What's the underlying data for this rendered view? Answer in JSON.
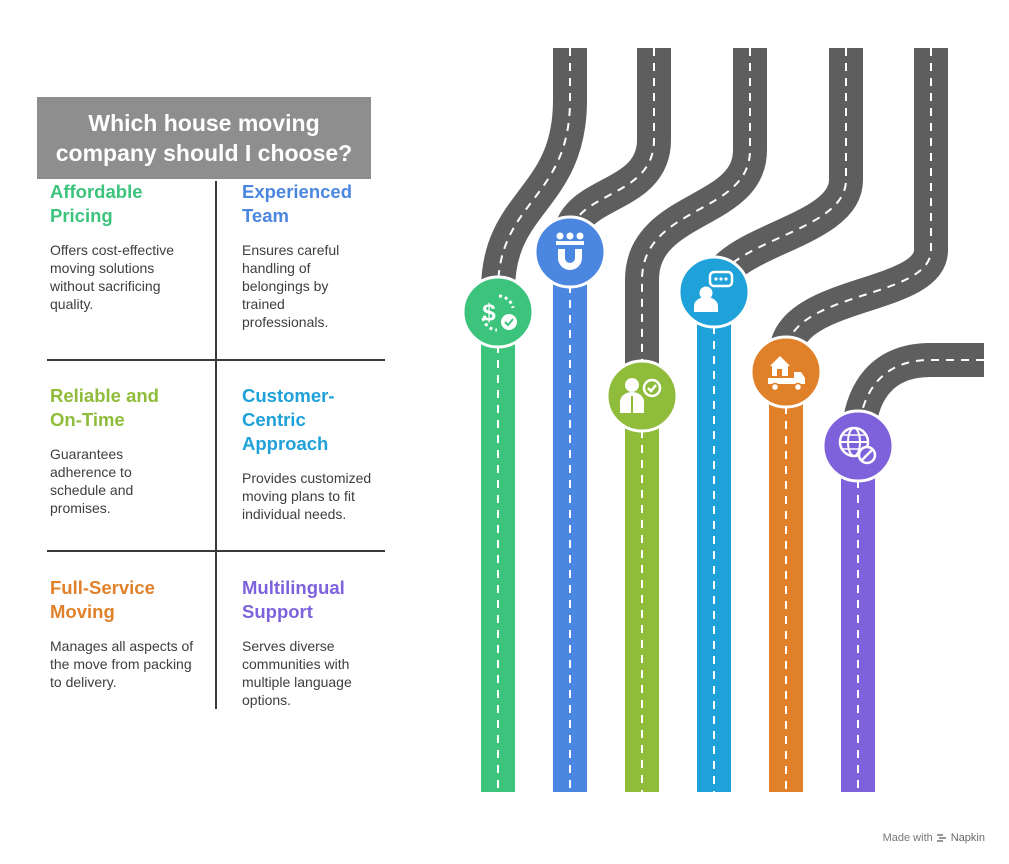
{
  "title": "Which house moving company should I choose?",
  "items": [
    {
      "heading": "Affordable Pricing",
      "description": "Offers cost-effective moving solutions without sacrificing quality.",
      "color": "#3cc47c",
      "icon": "dollar-check-icon"
    },
    {
      "heading": "Experienced Team",
      "description": "Ensures careful handling of belongings by trained professionals.",
      "color": "#4b86e0",
      "icon": "team-magnet-icon"
    },
    {
      "heading": "Reliable and On-Time",
      "description": "Guarantees adherence to schedule and promises.",
      "color": "#8fbc3b",
      "icon": "person-check-icon"
    },
    {
      "heading": "Customer-Centric Approach",
      "description": "Provides customized moving plans to fit individual needs.",
      "color": "#1fa1d9",
      "icon": "customer-chat-icon"
    },
    {
      "heading": "Full-Service Moving",
      "description": "Manages all aspects of the move from packing to delivery.",
      "color": "#e0812a",
      "icon": "house-truck-icon"
    },
    {
      "heading": "Multilingual Support",
      "description": "Serves diverse communities with multiple language options.",
      "color": "#7e62dc",
      "icon": "globe-language-icon"
    }
  ],
  "footer": {
    "made_with": "Made with",
    "brand": "Napkin"
  }
}
